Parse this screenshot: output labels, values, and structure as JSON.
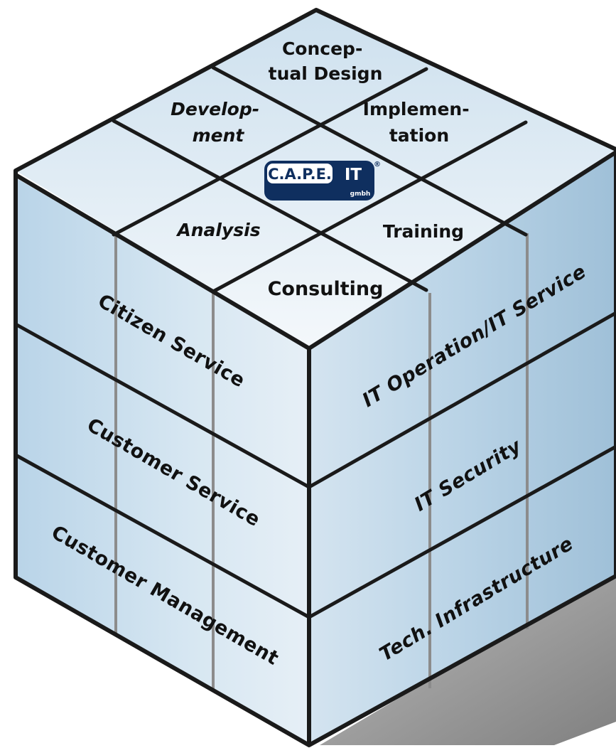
{
  "top_face": {
    "conceptual_design": [
      "Concep-",
      "tual Design"
    ],
    "development": [
      "Develop-",
      "ment"
    ],
    "implementation": [
      "Implemen-",
      "tation"
    ],
    "analysis": "Analysis",
    "training": "Training",
    "consulting": "Consulting"
  },
  "left_face": {
    "row1": "Citizen Service",
    "row2": "Customer Service",
    "row3": "Customer Management"
  },
  "right_face": {
    "row1": "IT Operation/IT Service",
    "row2": "IT Security",
    "row3": "Tech. Infrastructure"
  },
  "logo": {
    "brand": "C.A.P.E.",
    "it": "IT",
    "suffix": "gmbh",
    "registered": "®"
  },
  "colors": {
    "top_light": "#eaf2f8",
    "left_face": "#c5dced",
    "right_face": "#b3d0e4",
    "outline": "#1a1a1a",
    "logo_navy": "#0f2f5f"
  }
}
